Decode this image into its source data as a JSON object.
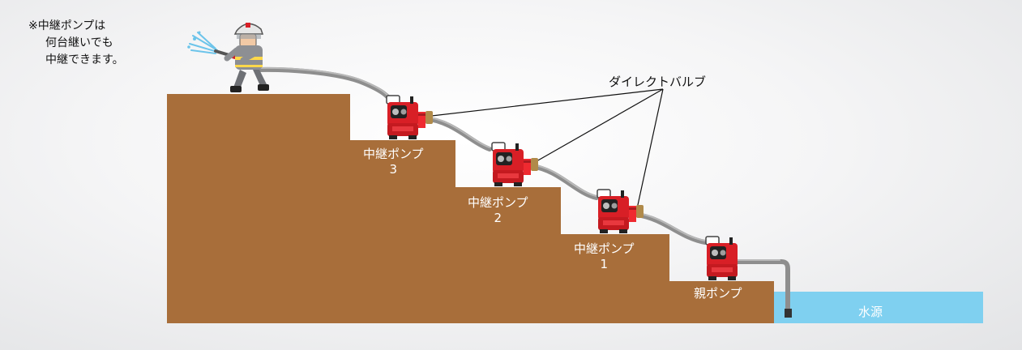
{
  "note": {
    "line1": "※中継ポンプは",
    "line2": "何台継いでも",
    "line3": "中継できます。"
  },
  "labels": {
    "relay3": {
      "name": "中継ポンプ",
      "num": "3"
    },
    "relay2": {
      "name": "中継ポンプ",
      "num": "2"
    },
    "relay1": {
      "name": "中継ポンプ",
      "num": "1"
    },
    "main": "親ポンプ",
    "water_source": "水源",
    "direct_valve": "ダイレクトバルブ"
  },
  "colors": {
    "stairs": "#a86e3a",
    "water": "#7fd0f0",
    "pump_red": "#d81f26",
    "hose": "#9a9a9a",
    "valve_brass": "#b08a4a"
  }
}
